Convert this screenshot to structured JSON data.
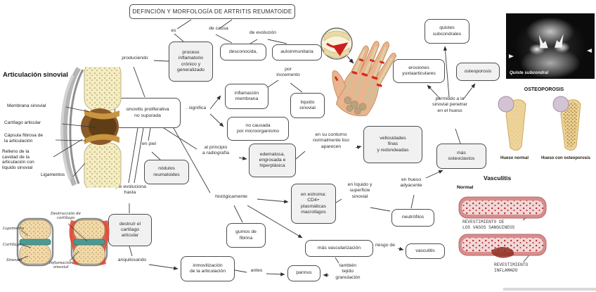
{
  "title": "DEFINCIÓN Y MORFOLOGÍA DE ARTRITIS REUMATOIDE",
  "nodes": {
    "proceso": "proceso\ninflamatorio\ncrónico y\ngeneralizado",
    "desconocida": "desconocida,",
    "autoinmunitaria": "autoinmunitaria",
    "inflamacion_membrana": "inflamación\nmembrana",
    "liquido_sinovial": "líquido\nsinovial",
    "sinovitis": "sinovitis proliferativa\nno supurada",
    "no_causada": "no causada\npor microorganismo",
    "edematosa": "edematosa,\nengrosada e\nhiperplásica",
    "nodulos": "nódulos\nreumatoides",
    "vellosidades": "vellosidades\nfinas\ny redondeadas",
    "quistes": "quistes\nsubcondrales",
    "erosiones": "erosiones\nyuxtaarticulares",
    "osteoporosis": "osteoporosis",
    "mas_osteoclastos": "más\nosteoclastos",
    "neutrofilos": "neutrófilos",
    "en_estroma": "en estroma:\nCD4+\nplasmáticas\nmacrofagos",
    "gumos": "gumos de\nfibrina",
    "destruir": "destruír el\ncartílago\narticular",
    "mas_vascularizacion": "más vascularización",
    "vasculitis": "vasculitis",
    "inmovilizacion": "inmovilización\nde la articulación",
    "pannus": "pannus"
  },
  "labels": {
    "es": "es",
    "de_causa": "de causa",
    "de_evolucion": "de evolución",
    "produciendo": "produciendo",
    "por_incremento": "por\nincremento",
    "significa": ". significa",
    "en_piel": "en piel",
    "al_principio": "al principio\na radiografía",
    "en_contorno": "en su contorno\nnormalmente liso\naparecen",
    "que_evoluciona": "que evoluciona\nhasta",
    "histogicamente": "histógicamente",
    "en_liquido": "en  líquido y\nsuperficie\nsinovial",
    "en_hueso": "en hueso\nadyacente",
    "permitido": "permitido a la\nsinovial penetrar\nen el hueso",
    "anquilosando": "anquilosando",
    "antes": "antes",
    "riesgo_de": "riesgo de",
    "tambien": "también\ntejido\ngranulación"
  },
  "anatomy": {
    "title": "Articulación sinovial",
    "membrana": "Membrana sinovial",
    "cartilago": "Cartílago articular",
    "capsula": "Cápsula fibrosa de\nla articulación",
    "relleno": "Relleno de la\ncavidad de la\narticulación con\nlíquido sinovial",
    "ligamentos": "Ligamentos"
  },
  "joints": {
    "ligamento": "Ligamento",
    "cartilago": "Cartílago",
    "sinovial": "Sinovial",
    "destruccion": "Destrucción de\ncartílago",
    "inflamacion": "Inflamación\nsinovial"
  },
  "xray": {
    "caption": "Quiste subcondral"
  },
  "osteo": {
    "title": "OSTEOPOROSIS",
    "normal": "Hueso normal",
    "with_osteo": "Hueso con osteoporosis"
  },
  "vasculitis_panel": {
    "title": "Vasculitis",
    "normal": "Normal",
    "lining": "REVESTIMIENTO DE\nLOS VASOS SANGUINEOS",
    "inflamed": "REVESTIMIENTO\nINFLAMADO"
  },
  "colors": {
    "accent_red": "#cc1f1f",
    "line": "#3a3a3a",
    "box_border": "#4d4d4d"
  }
}
